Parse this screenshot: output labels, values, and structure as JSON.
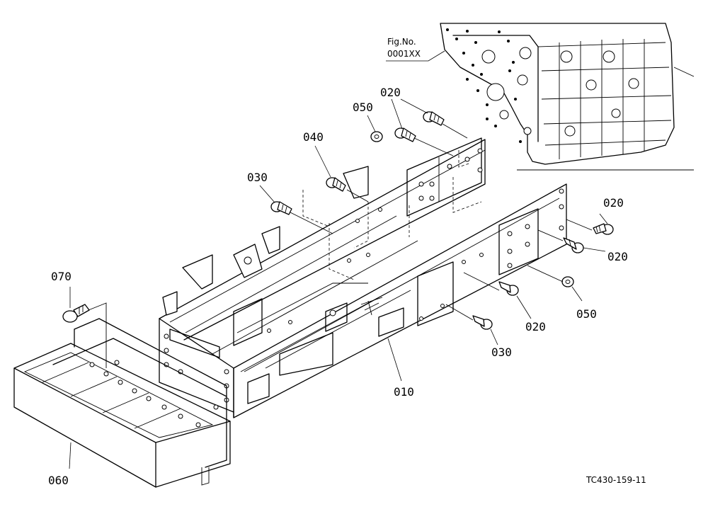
{
  "figure_ref": {
    "line1": "Fig.No.",
    "line2": "0001XX"
  },
  "callouts": [
    {
      "id": "c-020-top",
      "text": "020"
    },
    {
      "id": "c-050-top",
      "text": "050"
    },
    {
      "id": "c-040",
      "text": "040"
    },
    {
      "id": "c-030-top",
      "text": "030"
    },
    {
      "id": "c-020-right1",
      "text": "020"
    },
    {
      "id": "c-020-right2",
      "text": "020"
    },
    {
      "id": "c-050-right",
      "text": "050"
    },
    {
      "id": "c-020-low",
      "text": "020"
    },
    {
      "id": "c-030-low",
      "text": "030"
    },
    {
      "id": "c-010",
      "text": "010"
    },
    {
      "id": "c-070",
      "text": "070"
    },
    {
      "id": "c-060",
      "text": "060"
    }
  ],
  "drawing_code": "TC430-159-11"
}
